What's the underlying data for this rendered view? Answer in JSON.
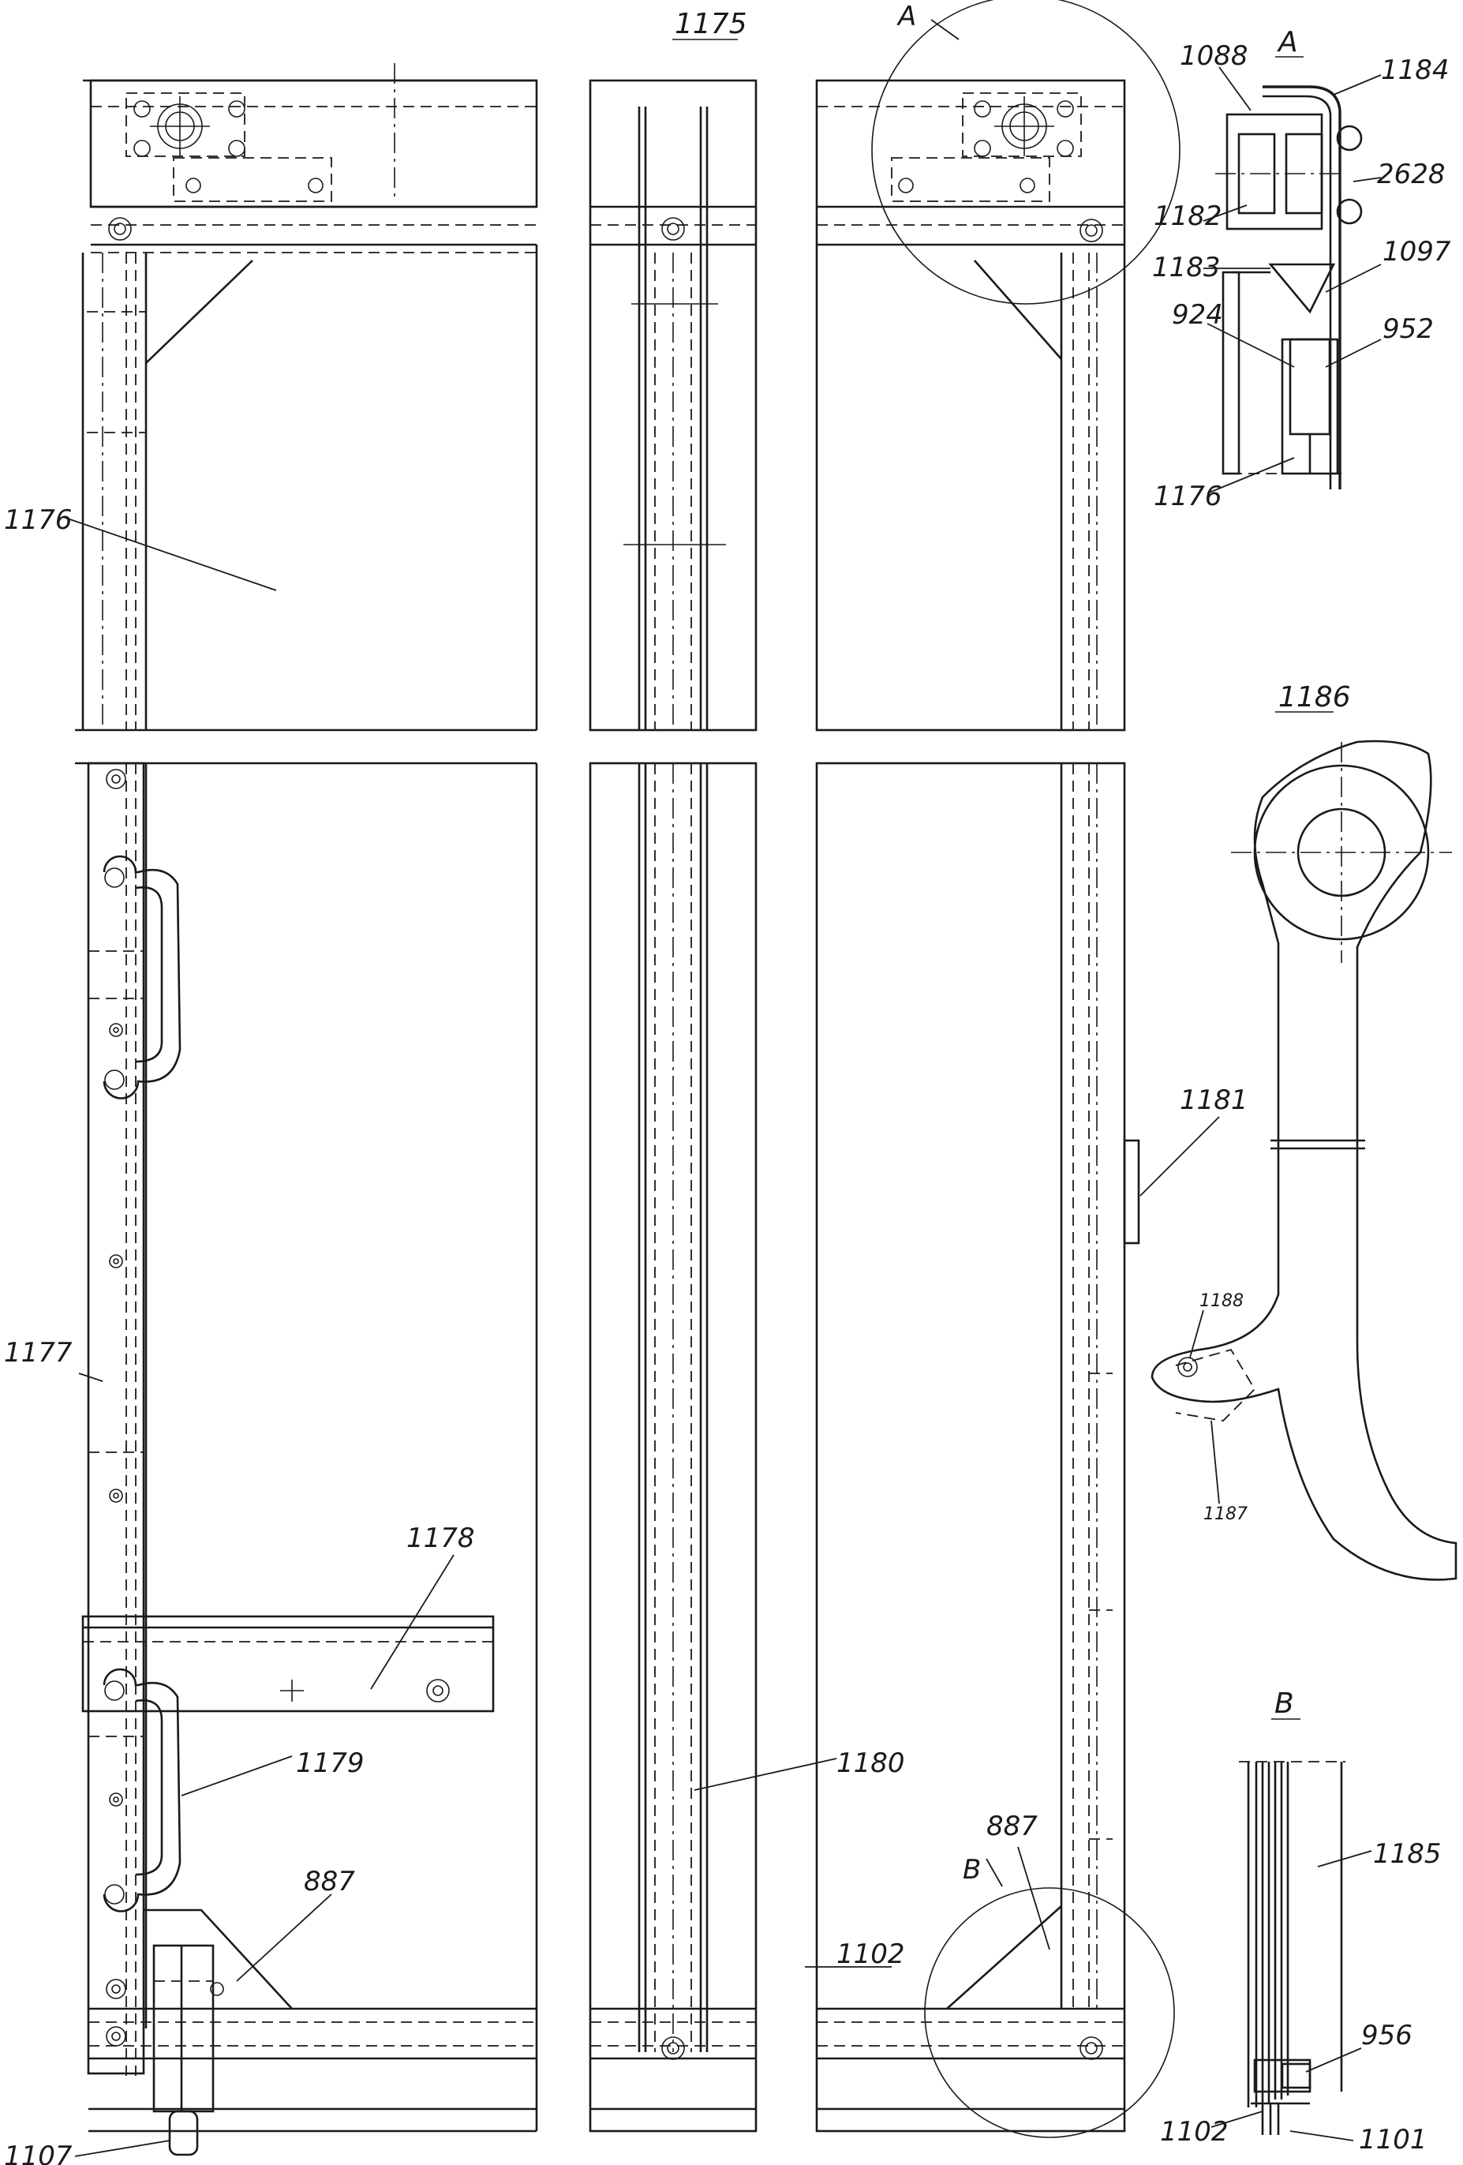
{
  "drawing": {
    "title": "1175",
    "views": {
      "detail_a": "А",
      "detail_b": "В",
      "part_1186": "1186"
    },
    "callouts": {
      "c1176_main": "1176",
      "c1177": "1177",
      "c1178": "1178",
      "c1179": "1179",
      "c1180": "1180",
      "c1181": "1181",
      "c1102_main": "1102",
      "c887_left": "887",
      "c887_right": "887",
      "c1107": "1107",
      "circle_a": "А",
      "circle_b": "В",
      "c1088": "1088",
      "c1184": "1184",
      "c2628": "2628",
      "c1182": "1182",
      "c1183": "1183",
      "c1097": "1097",
      "c924": "924",
      "c952": "952",
      "c1176_detail": "1176",
      "c1188": "1188",
      "c1187": "1187",
      "c1185": "1185",
      "c956": "956",
      "c1102_detail": "1102",
      "c1101": "1101"
    }
  }
}
